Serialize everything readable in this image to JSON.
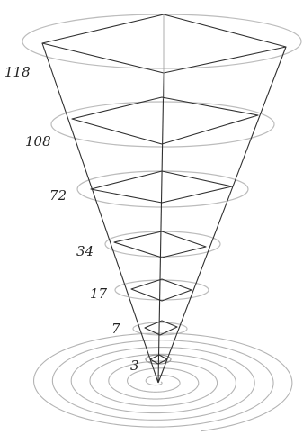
{
  "diagram": {
    "labels": [
      "118",
      "108",
      "72",
      "34",
      "17",
      "7",
      "3"
    ],
    "colors": {
      "ink": "#2f2f2f",
      "ring": "#bcbcbc",
      "spiral": "#b3b3b3"
    }
  }
}
